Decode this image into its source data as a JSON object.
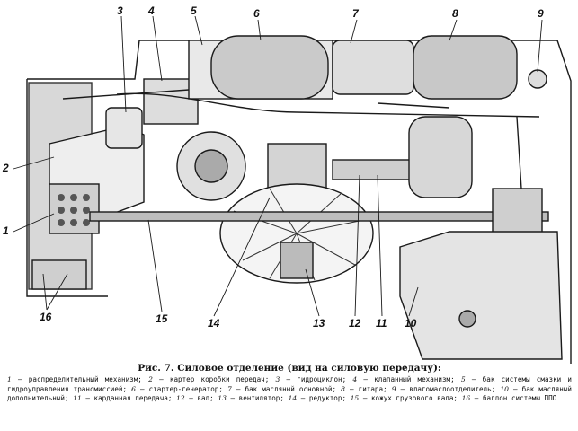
{
  "figure": {
    "callouts": [
      "1",
      "2",
      "3",
      "4",
      "5",
      "6",
      "7",
      "8",
      "9",
      "10",
      "11",
      "12",
      "13",
      "14",
      "15",
      "16"
    ]
  },
  "caption": {
    "title": "Рис. 7. Силовое отделение (вид на силовую передачу):",
    "items": [
      {
        "n": "1",
        "text": " — распределительный механизм; "
      },
      {
        "n": "2",
        "text": " — картер коробки передач; "
      },
      {
        "n": "3",
        "text": " — гидроциклон; "
      },
      {
        "n": "4",
        "text": " — клапанный механизм; "
      },
      {
        "n": "5",
        "text": " — бак системы смазки и гидроуправления трансмиссией; "
      },
      {
        "n": "6",
        "text": " — стартер-генератор; "
      },
      {
        "n": "7",
        "text": " — бак масляный основной; "
      },
      {
        "n": "8",
        "text": " — гитара; "
      },
      {
        "n": "9",
        "text": " — влагомаслоотделитель; "
      },
      {
        "n": "10",
        "text": " — бак масляный дополнительный; "
      },
      {
        "n": "11",
        "text": " — карданная передача; "
      },
      {
        "n": "12",
        "text": " — вал; "
      },
      {
        "n": "13",
        "text": " — вентилятор; "
      },
      {
        "n": "14",
        "text": " — редуктор; "
      },
      {
        "n": "15",
        "text": " — кожух грузового вала; "
      },
      {
        "n": "16",
        "text": " — баллон системы ППО"
      }
    ]
  }
}
